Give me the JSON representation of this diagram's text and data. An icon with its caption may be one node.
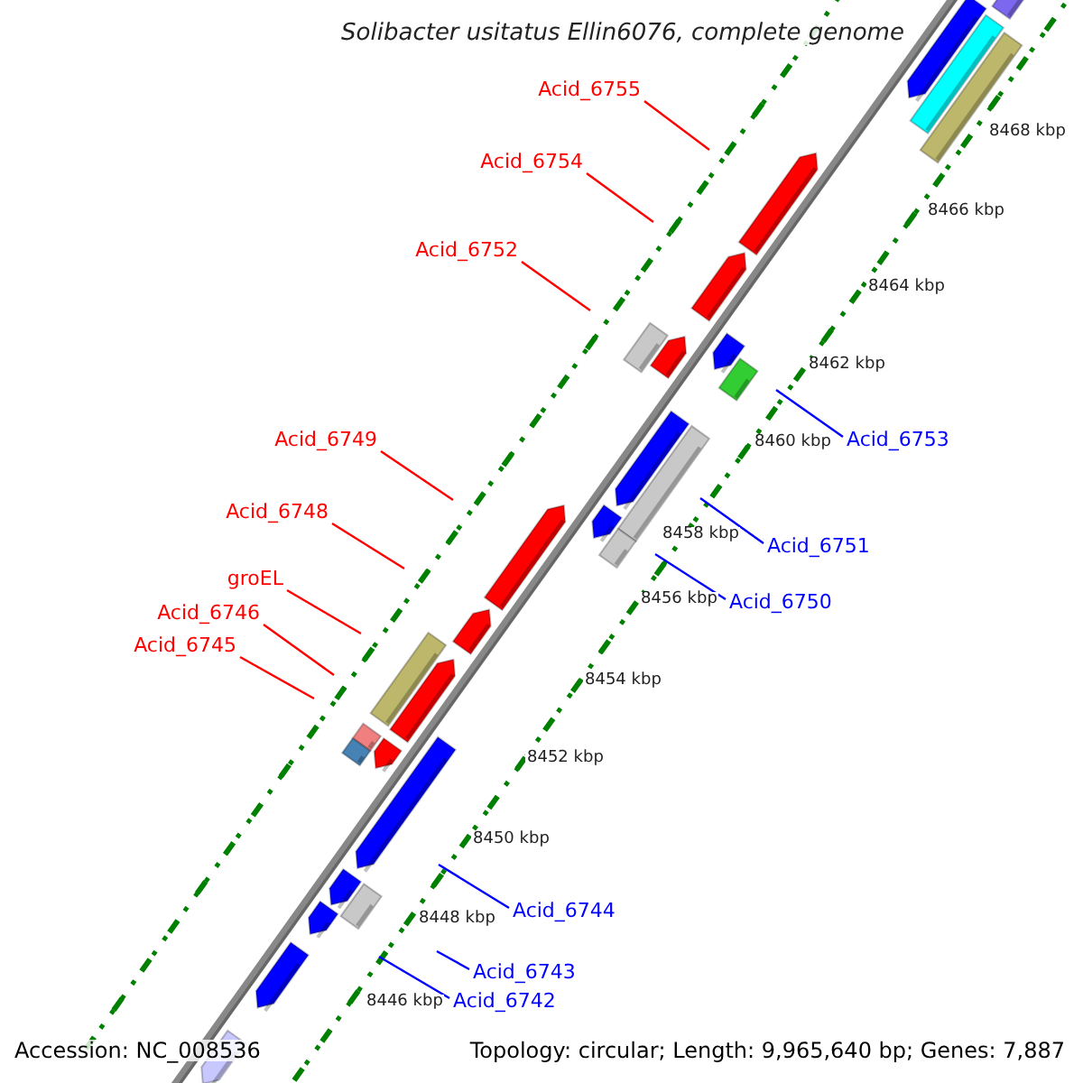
{
  "diagram": {
    "title": "Solibacter usitatus Ellin6076, complete genome",
    "nodes": [
      {
        "text": [
          "Acid_6755"
        ]
      },
      {
        "text": [
          "Acid_6754"
        ]
      },
      {
        "text": [
          "Acid_6752"
        ]
      },
      {
        "text": [
          "Acid_6749"
        ]
      },
      {
        "text": [
          "Acid_6748"
        ]
      },
      {
        "text": [
          "groEL"
        ]
      },
      {
        "text": [
          "Acid_6746"
        ]
      },
      {
        "text": [
          "Acid_6745"
        ]
      },
      {
        "text": [
          "Acid_6753"
        ]
      },
      {
        "text": [
          "Acid_6751"
        ]
      },
      {
        "text": [
          "Acid_6750"
        ]
      },
      {
        "text": [
          "Acid_6744"
        ]
      },
      {
        "text": [
          "Acid_6743"
        ]
      },
      {
        "text": [
          "Acid_6742"
        ]
      }
    ],
    "edges": [
      {
        "from": 0,
        "to": null,
        "arrow": "none"
      },
      {
        "from": 1,
        "to": null,
        "arrow": "none"
      },
      {
        "from": 2,
        "to": null,
        "arrow": "none"
      },
      {
        "from": 3,
        "to": null,
        "arrow": "none"
      },
      {
        "from": 4,
        "to": null,
        "arrow": "none"
      },
      {
        "from": 5,
        "to": null,
        "arrow": "none"
      },
      {
        "from": 6,
        "to": null,
        "arrow": "none"
      },
      {
        "from": 7,
        "to": null,
        "arrow": "none"
      },
      {
        "from": 8,
        "to": null,
        "arrow": "none",
        "color": "#0000ff"
      },
      {
        "from": 9,
        "to": null,
        "arrow": "none",
        "color": "#0000ff"
      },
      {
        "from": 10,
        "to": null,
        "arrow": "none",
        "color": "#0000ff"
      },
      {
        "from": 11,
        "to": null,
        "arrow": "none",
        "color": "#0000ff"
      },
      {
        "from": 12,
        "to": null,
        "arrow": "none",
        "color": "#0000ff"
      },
      {
        "from": 13,
        "to": null,
        "arrow": "none",
        "color": "#0000ff"
      }
    ],
    "labels": [
      "8468 kbp",
      "8466 kbp",
      "8464 kbp",
      "8462 kbp",
      "8460 kbp",
      "8458 kbp",
      "8456 kbp",
      "8454 kbp",
      "8452 kbp",
      "8450 kbp",
      "8448 kbp",
      "8446 kbp",
      "Accession: NC_008536",
      "Topology: circular; Length: 9,965,640 bp; Genes: 7,887"
    ]
  }
}
